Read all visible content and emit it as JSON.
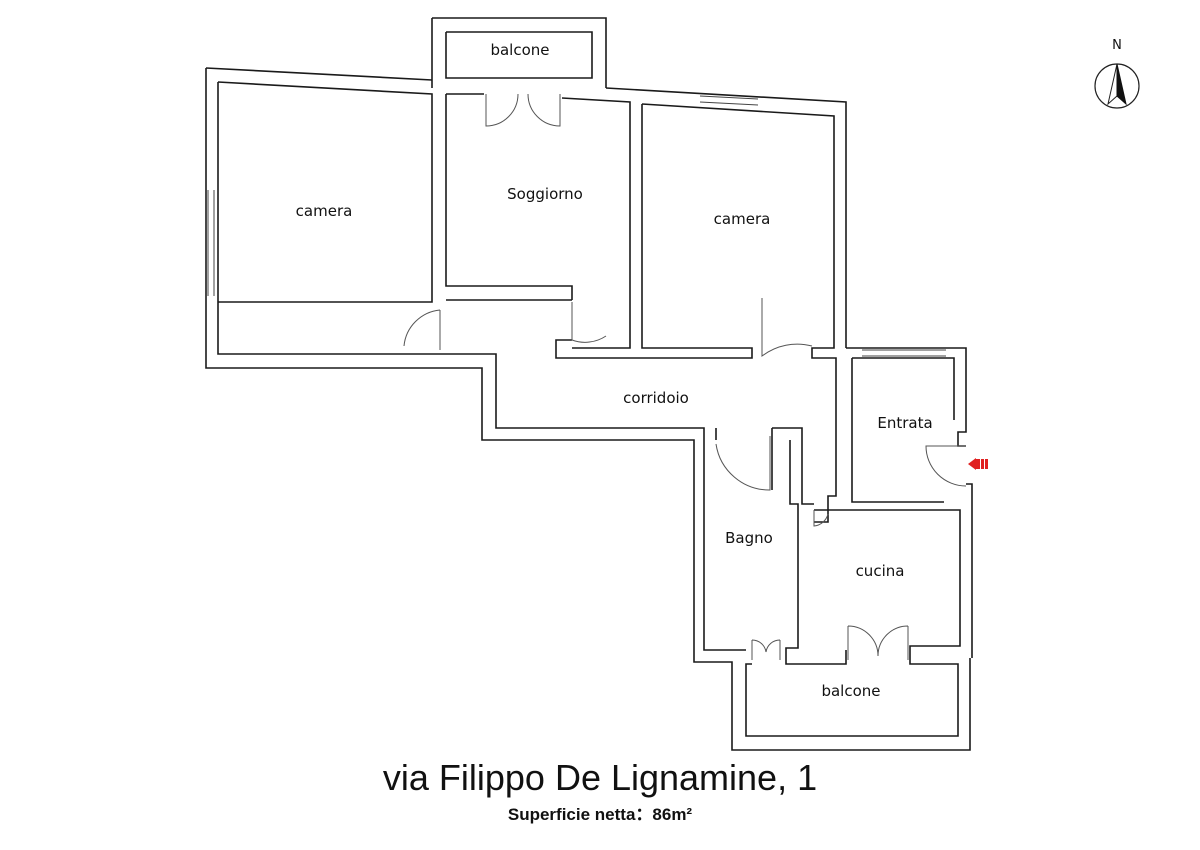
{
  "rooms": {
    "balcone_top": "balcone",
    "camera_left": "camera",
    "soggiorno": "Soggiorno",
    "camera_right": "camera",
    "corridoio": "corridoio",
    "entrata": "Entrata",
    "bagno": "Bagno",
    "cucina": "cucina",
    "balcone_bottom": "balcone"
  },
  "compass": {
    "label": "N"
  },
  "entrance_marker_color": "#e02020",
  "caption": {
    "address": "via Filippo De Lignamine, 1",
    "surface": "Superficie netta：86m²"
  }
}
